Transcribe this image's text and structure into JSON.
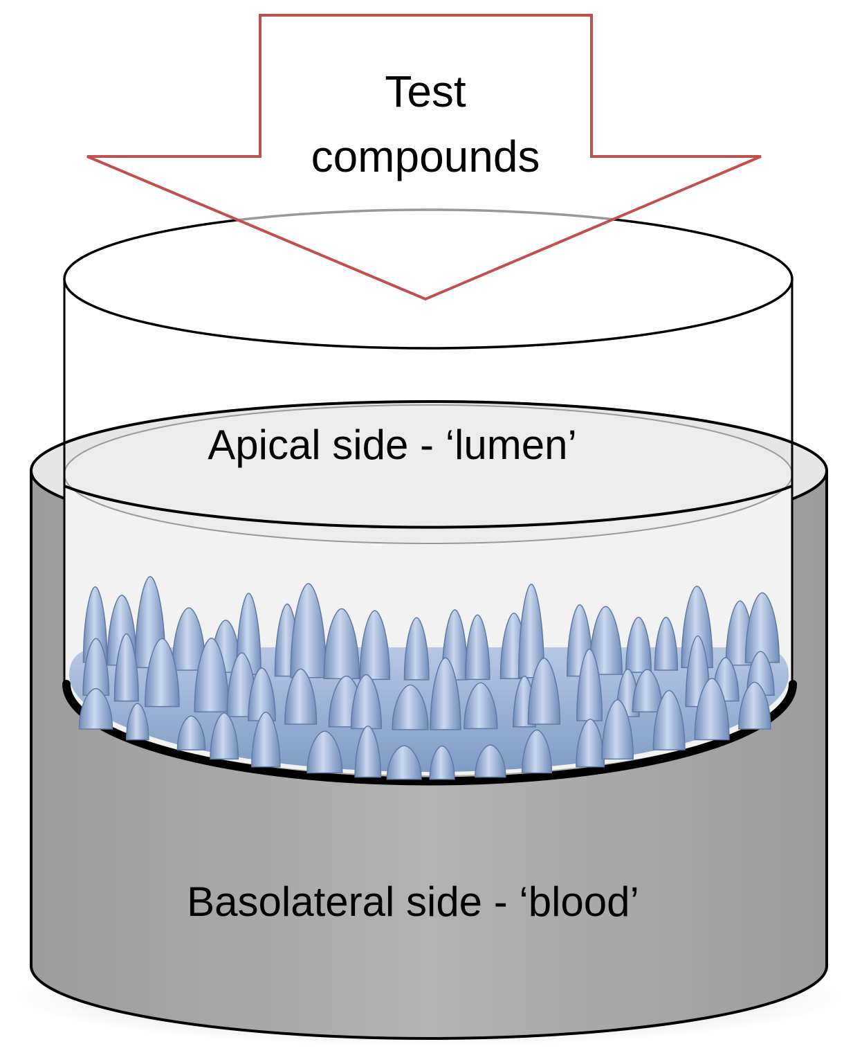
{
  "labels": {
    "arrow_line1": "Test",
    "arrow_line2": "compounds",
    "apical": "Apical side - ‘lumen’",
    "basolateral": "Basolateral side - ‘blood’"
  },
  "colors": {
    "arrow_stroke": "#c0504d",
    "outer_well_fill": "#a6a6a6",
    "insert_liquid_fill": "#f0f0f0",
    "cell_layer_fill": "#8fa9cf",
    "outline": "#000000"
  }
}
